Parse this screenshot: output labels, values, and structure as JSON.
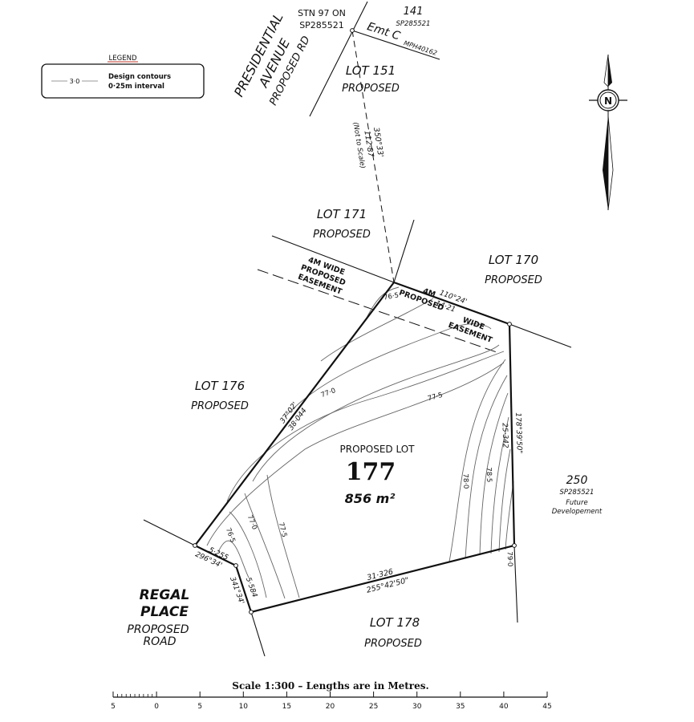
{
  "legend": {
    "title": "LEGEND",
    "contour_sample": "3·0",
    "text_line1": "Design contours",
    "text_line2": "0·25m interval"
  },
  "north_arrow": {
    "letter": "N"
  },
  "station": {
    "line1": "STN 97 ON",
    "line2": "SP285521"
  },
  "lot_141": {
    "number": "141",
    "plan": "SP285521"
  },
  "easement_c": {
    "label": "Emt C",
    "plan": "MPH40162"
  },
  "presidential": {
    "line1": "PRESIDENTIAL",
    "line2": "AVENUE",
    "line3": "PROPOSED RD"
  },
  "lot_151": {
    "name": "LOT 151",
    "status": "PROPOSED"
  },
  "tie_line": {
    "bearing": "350°33'",
    "distance": "112·87",
    "note": "(Not to Scale)"
  },
  "lot_171": {
    "name": "LOT 171",
    "status": "PROPOSED"
  },
  "lot_170": {
    "name": "LOT 170",
    "status": "PROPOSED"
  },
  "easement_outer": {
    "line1": "4M WIDE",
    "line2": "PROPOSED",
    "line3": "EASEMENT"
  },
  "easement_inner": {
    "line1": "4M",
    "line2": "PROPOSED",
    "line3": "WIDE",
    "line4": "EASEMENT"
  },
  "boundaries": {
    "north": {
      "bearing": "110°24'",
      "distance": "14·21"
    },
    "east": {
      "bearing": "178°39'50\"",
      "distance": "25·342"
    },
    "south": {
      "distance": "31·326",
      "bearing": "255°42'50\""
    },
    "west": {
      "bearing": "37°02'",
      "distance": "38·044"
    },
    "sw_a": {
      "distance": "5·255",
      "bearing": "296°34'"
    },
    "sw_b": {
      "distance": "5·584",
      "bearing": "341°34'"
    }
  },
  "lot_176": {
    "name": "LOT 176",
    "status": "PROPOSED"
  },
  "lot_177": {
    "label": "PROPOSED LOT",
    "number": "177",
    "area": "856 m²"
  },
  "lot_178": {
    "name": "LOT 178",
    "status": "PROPOSED"
  },
  "lot_250": {
    "number": "250",
    "plan": "SP285521",
    "line1": "Future",
    "line2": "Developement"
  },
  "regal": {
    "line1": "REGAL",
    "line2": "PLACE",
    "line3": "PROPOSED",
    "line4": "ROAD"
  },
  "contours": {
    "c765_top": "76·5",
    "c770_top": "77·0",
    "c775_top": "77·5",
    "c765_bot": "76·5",
    "c770_bot": "77·0",
    "c775_bot": "77·5",
    "c780": "78·0",
    "c785": "78·5",
    "c790": "79·0"
  },
  "scale": {
    "caption": "Scale 1:300 – Lengths are in Metres.",
    "ticks": [
      "5",
      "0",
      "5",
      "10",
      "15",
      "20",
      "25",
      "30",
      "35",
      "40",
      "45"
    ]
  }
}
